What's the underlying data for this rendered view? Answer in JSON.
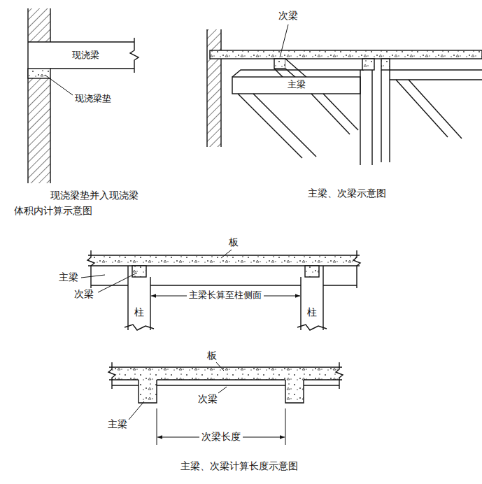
{
  "diagram": {
    "labels": [
      "现浇梁",
      "次梁",
      "现浇梁垫",
      "主梁",
      "现浇梁垫并入现浇梁 体积内计算示意图",
      "主梁、次梁示意图",
      "板",
      "主梁",
      "次梁",
      "主梁长算至柱侧面",
      "柱",
      "柱",
      "板",
      "次梁",
      "主梁",
      "次梁长度",
      "主梁、次梁计算长度示意图"
    ]
  }
}
